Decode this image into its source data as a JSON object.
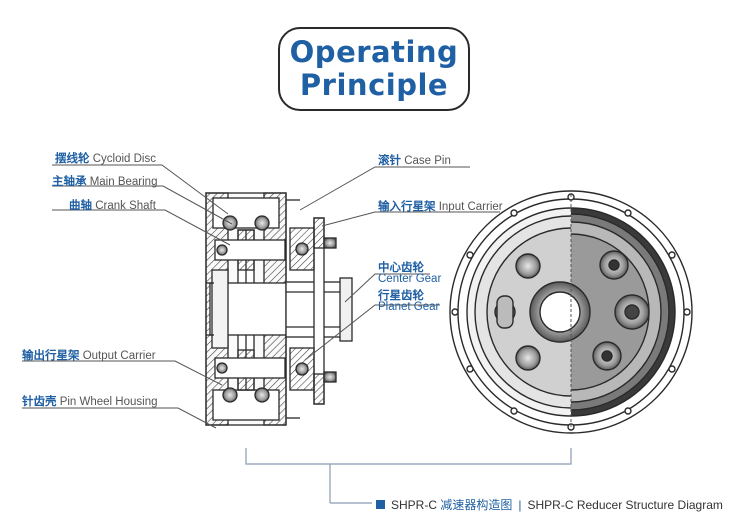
{
  "title": {
    "line1": "Operating",
    "line2": "Principle"
  },
  "labels": {
    "cycloid_disc": {
      "zh": "摆线轮",
      "en": "Cycloid Disc"
    },
    "main_bearing": {
      "zh": "主轴承",
      "en": "Main Bearing"
    },
    "crank_shaft": {
      "zh": "曲轴",
      "en": "Crank Shaft"
    },
    "output_carrier": {
      "zh": "输出行星架",
      "en": "Output Carrier"
    },
    "pin_wheel_housing": {
      "zh": "针齿壳",
      "en": "Pin Wheel Housing"
    },
    "case_pin": {
      "zh": "滚针",
      "en": "Case Pin"
    },
    "input_carrier": {
      "zh": "输入行星架",
      "en": "Input Carrier"
    },
    "center_gear": {
      "zh": "中心齿轮",
      "en": "Center Gear"
    },
    "planet_gear": {
      "zh": "行星齿轮",
      "en": "Planet Gear"
    }
  },
  "footer": {
    "model": "SHPR-C",
    "cn": "减速器构造图",
    "separator": "|",
    "en": "SHPR-C Reducer Structure Diagram"
  },
  "colors": {
    "accent": "#1f5fa3",
    "line": "#2a2a2a"
  }
}
